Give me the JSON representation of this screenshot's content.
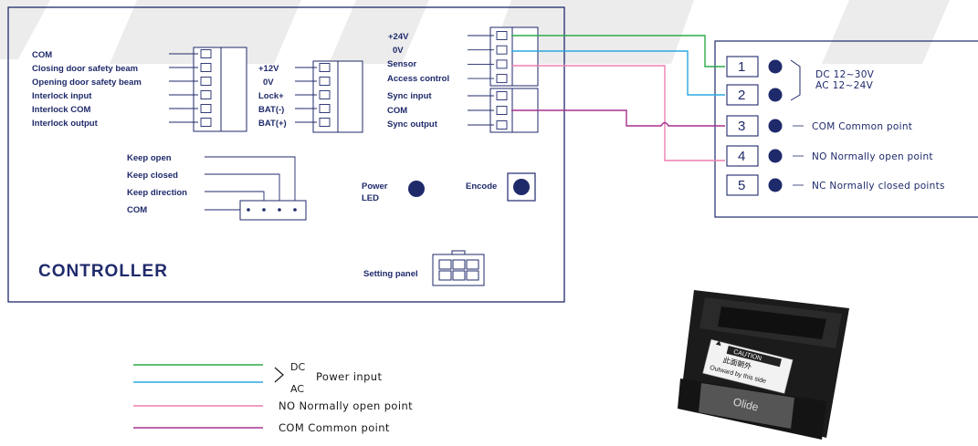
{
  "colors": {
    "outline": "#1f2a6b",
    "dc_line": "#2eaa4a",
    "ac_line": "#2ca8e0",
    "no_line": "#ee7fb0",
    "com_line": "#a8318f",
    "terminal_dot": "#1f2a6b"
  },
  "controller": {
    "title": "CONTROLLER",
    "block_a": [
      "COM",
      "Closing door safety beam",
      "Opening door safety beam",
      "Interlock input",
      "Interlock  COM",
      "Interlock  output"
    ],
    "block_b": [
      "+12V",
      "0V",
      "Lock+",
      "BAT(-)",
      "BAT(+)"
    ],
    "block_c": [
      "+24V",
      "0V",
      "Sensor",
      "Access control"
    ],
    "block_d": [
      "Sync input",
      "COM",
      "Sync output"
    ],
    "mode_block": [
      "Keep open",
      "Keep closed",
      "Keep direction",
      "COM"
    ],
    "power_led": [
      "Power",
      "LED"
    ],
    "encode": "Encode",
    "setting_panel": "Setting panel"
  },
  "sensor": {
    "terminals": [
      "1",
      "2",
      "3",
      "4",
      "5"
    ],
    "power_labels": [
      "DC 12~30V",
      "AC 12~24V"
    ],
    "terminal_labels": [
      "COM  Common point",
      "NO  Normally open point",
      "NC  Normally closed points"
    ]
  },
  "legend": {
    "dc": "DC",
    "ac": "AC",
    "power_input": "Power input",
    "no": "NO Normally open point",
    "com": "COM Common point"
  },
  "photo": {
    "caution": "CAUTION",
    "chinese": "此面朝外",
    "outward": "Outward by this side",
    "brand": "Olide"
  }
}
